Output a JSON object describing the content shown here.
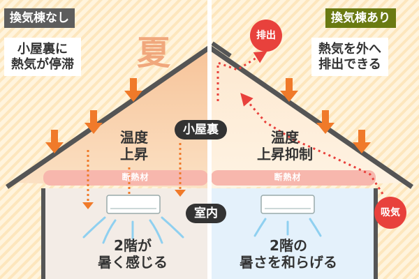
{
  "left": {
    "header": "換気棟なし",
    "note_line1": "小屋裏に",
    "note_line2": "熱気が停滞",
    "temp_line1": "温度",
    "temp_line2": "上昇",
    "insulation": "断熱材",
    "result_line1": "2階が",
    "result_line2": "暑く感じる"
  },
  "right": {
    "header": "換気棟あり",
    "note_line1": "熱気を外へ",
    "note_line2": "排出できる",
    "temp_line1": "温度",
    "temp_line2": "上昇抑制",
    "insulation": "断熱材",
    "result_line1": "2階の",
    "result_line2": "暑さを和らげる",
    "exhaust": "排出",
    "intake": "吸気"
  },
  "center": {
    "season": "夏",
    "attic": "小屋裏",
    "room": "室内"
  },
  "colors": {
    "arrow": "#f07a2a",
    "dotted": "#e8413c",
    "roof_left": "#f6c9a0",
    "roof_right": "#fde7cf",
    "wall_left": "#f3ece6",
    "wall_right": "#e4f1fb",
    "insulation": "#f7b7ad",
    "right_header": "#6a7a12"
  }
}
